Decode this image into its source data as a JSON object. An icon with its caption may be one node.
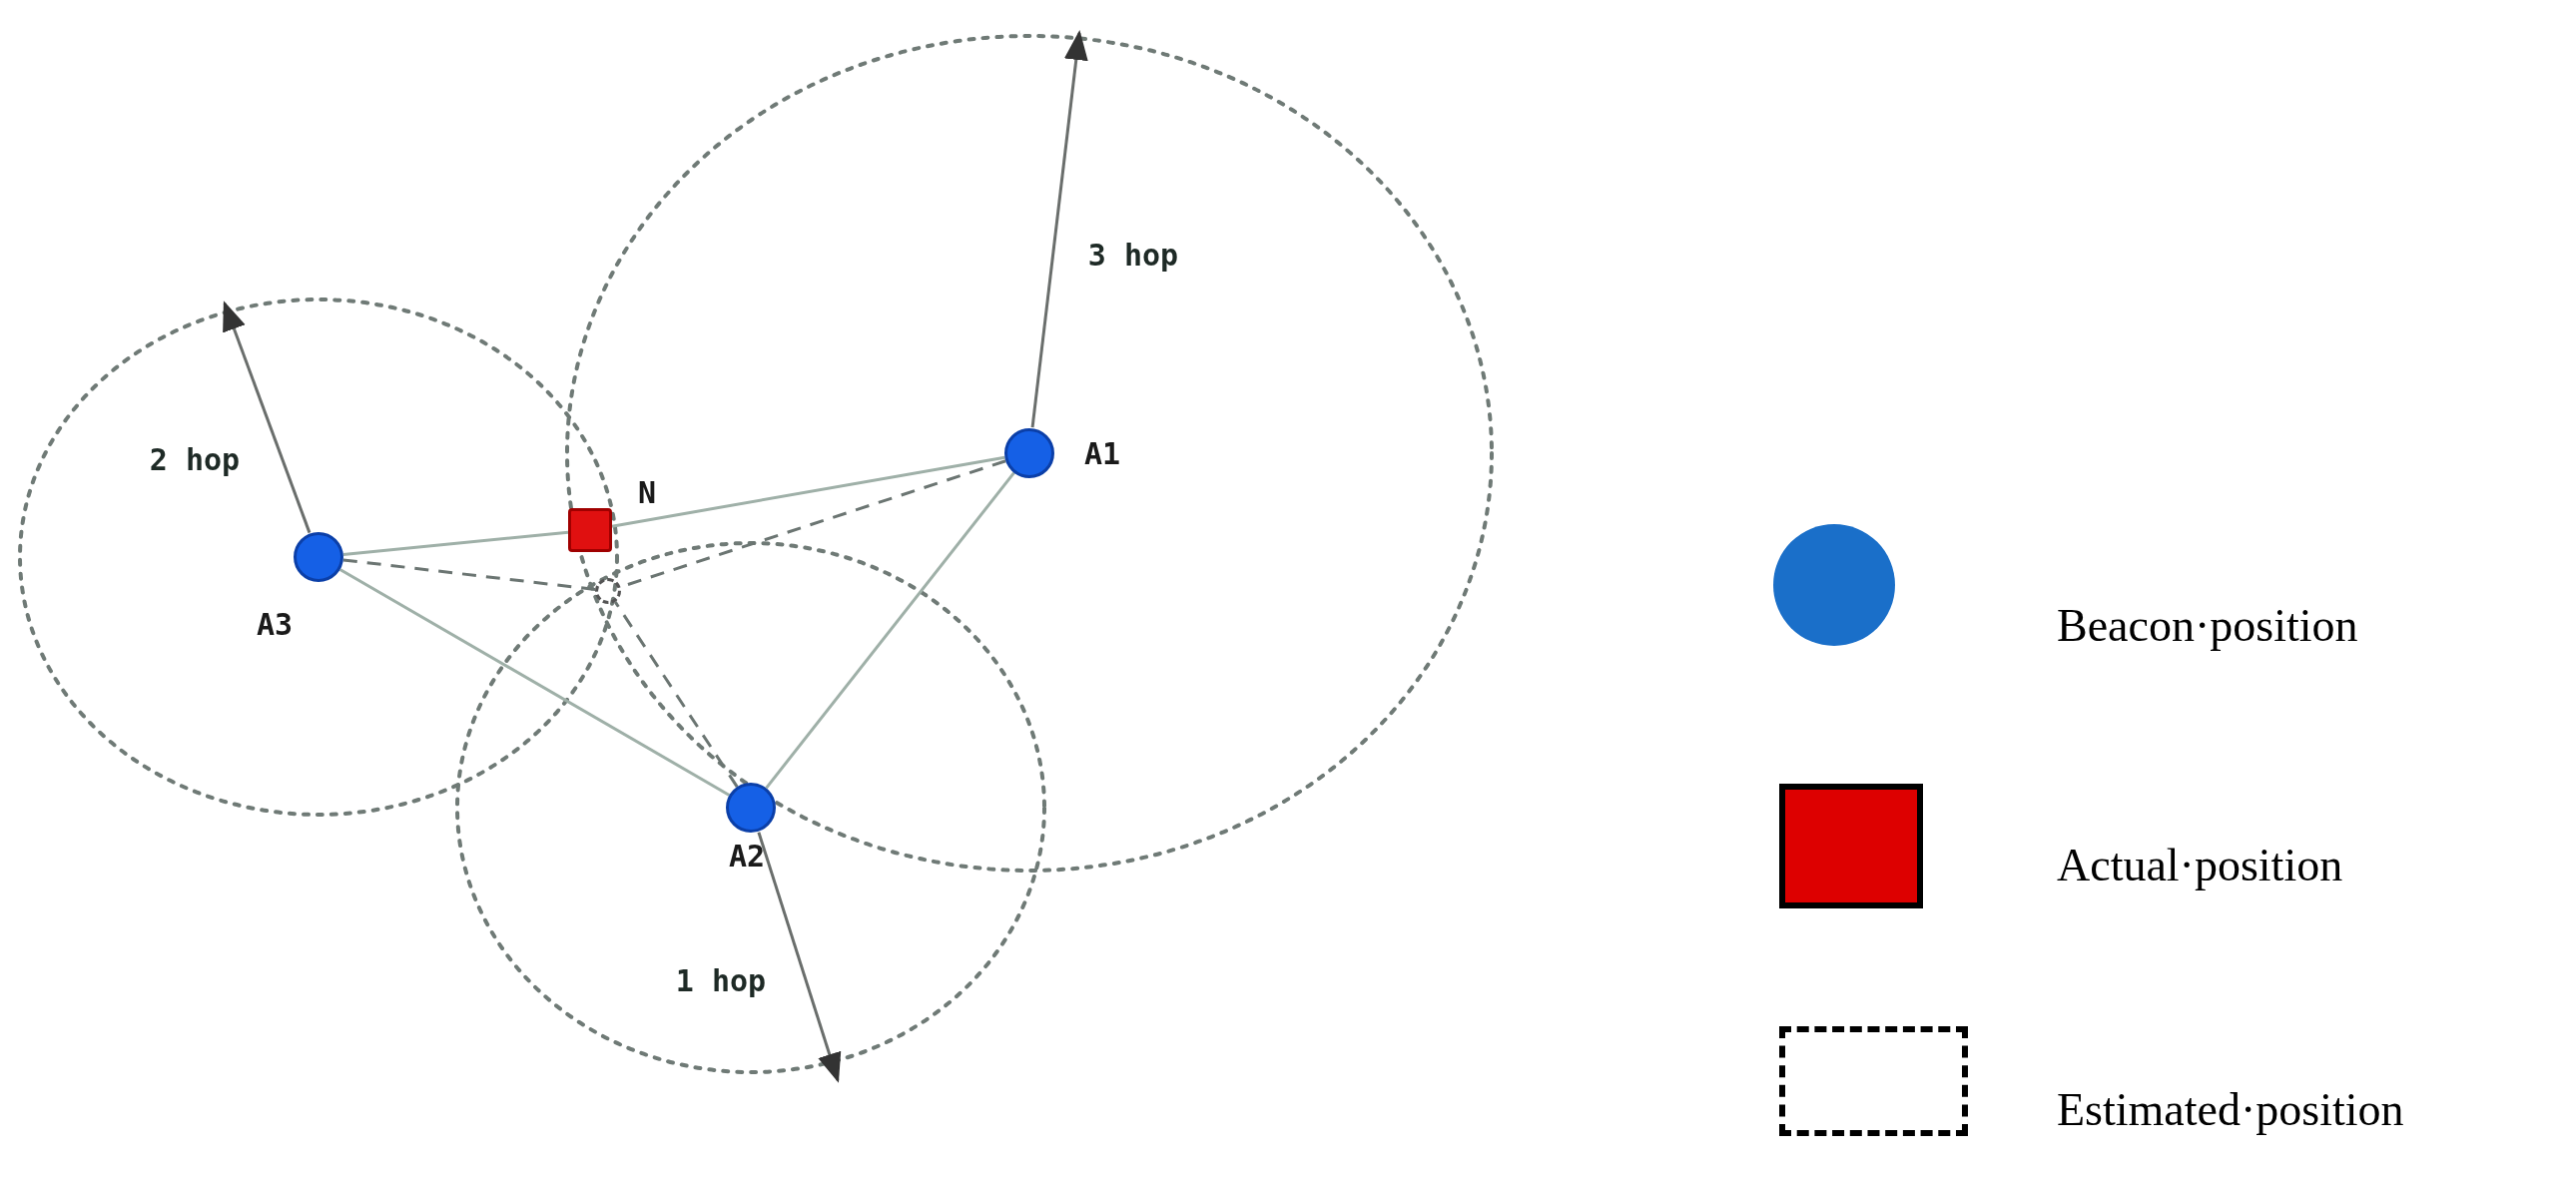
{
  "diagram": {
    "nodes": [
      {
        "text": [],
        "shape": "circle",
        "beside": [
          "A1"
        ]
      },
      {
        "text": [],
        "shape": "circle",
        "beside": [
          "A2"
        ]
      },
      {
        "text": [],
        "shape": "circle",
        "beside": [
          "A3"
        ]
      },
      {
        "text": [],
        "shape": "box",
        "beside": [
          "N"
        ]
      },
      {
        "text": [],
        "shape": "circle"
      }
    ],
    "edges": [
      {
        "from": 2,
        "to": 3,
        "arrow": "none"
      },
      {
        "from": 3,
        "to": 0,
        "arrow": "none"
      },
      {
        "from": 2,
        "to": 1,
        "arrow": "none"
      },
      {
        "from": 1,
        "to": 0,
        "arrow": "none"
      },
      {
        "from": 2,
        "to": 4,
        "arrow": "none",
        "style": "dashed",
        "color": "#6b7572"
      },
      {
        "from": 0,
        "to": 4,
        "arrow": "none",
        "style": "dashed",
        "color": "#6b7572"
      },
      {
        "from": 1,
        "to": 4,
        "arrow": "none",
        "style": "dashed",
        "color": "#6b7572"
      }
    ],
    "labels": [
      "3 hop",
      "2 hop",
      "1 hop"
    ],
    "legend": [
      {
        "text": "Beacon·position",
        "color": "#1a6fc9"
      },
      {
        "text": "Actual·position",
        "color": "#dd0000"
      },
      {
        "text": "Estimated·position"
      }
    ]
  }
}
